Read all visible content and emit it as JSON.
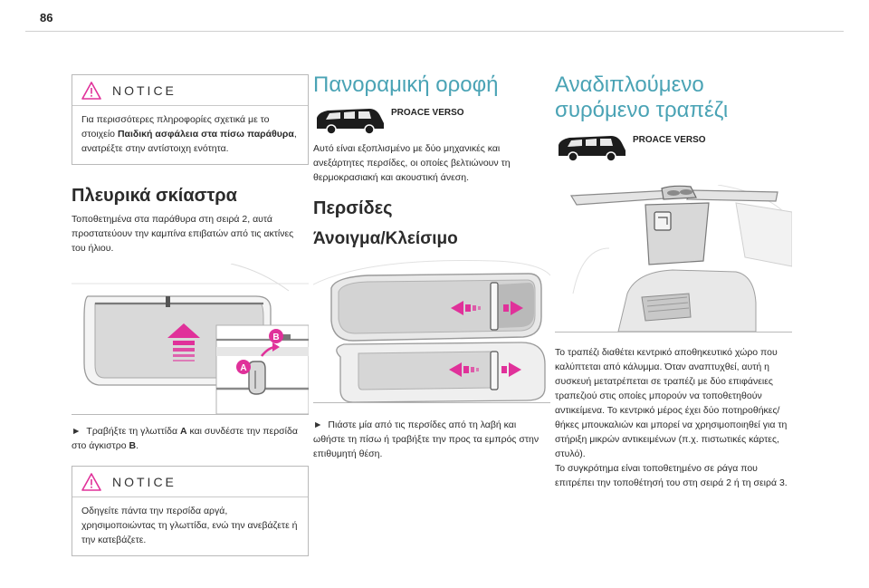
{
  "page": {
    "number": "86"
  },
  "col1": {
    "notice1": {
      "title": "NOTICE",
      "text_before": "Για περισσότερες πληροφορίες σχετικά με το στοιχείο ",
      "text_bold": "Παιδική ασφάλεια στα πίσω παράθυρα",
      "text_after": ", ανατρέξτε στην αντίστοιχη ενότητα."
    },
    "heading": "Πλευρικά σκίαστρα",
    "intro": "Τοποθετημένα στα παράθυρα στη σειρά 2, αυτά προστατεύουν την καμπίνα επιβατών από τις ακτίνες του ήλιου.",
    "figure": {
      "label_a": "A",
      "label_b": "B"
    },
    "step": {
      "bullet": "►",
      "text1": "Τραβήξτε τη γλωττίδα ",
      "a": "A",
      "text2": " και συνδέστε την περσίδα στο άγκιστρο ",
      "b": "B",
      "text3": "."
    },
    "notice2": {
      "title": "NOTICE",
      "text": "Οδηγείτε πάντα την περσίδα αργά, χρησιμοποιώντας τη γλωττίδα, ενώ την ανεβάζετε ή την κατεβάζετε."
    }
  },
  "col2": {
    "title": "Πανοραμική οροφή",
    "model": "PROACE VERSO",
    "intro": "Αυτό είναι εξοπλισμένο με δύο μηχανικές και ανεξάρτητες περσίδες, οι οποίες βελτιώνουν τη θερμοκρασιακή και ακουστική άνεση.",
    "subheading": "Περσίδες",
    "subsubheading": "Άνοιγμα/Κλείσιμο",
    "step": {
      "bullet": "►",
      "text": "Πιάστε μία από τις περσίδες από τη λαβή και ωθήστε τη πίσω ή τραβήξτε την προς τα εμπρός στην επιθυμητή θέση."
    }
  },
  "col3": {
    "title": "Αναδιπλούμενο συρόμενο τραπέζι",
    "model": "PROACE VERSO",
    "lines": [
      "Το τραπέζι διαθέτει κεντρικό αποθηκευτικό χώρο που καλύπτεται από κάλυμμα. Όταν αναπτυχθεί, αυτή η συσκευή μετατρέπεται σε τραπέζι με δύο επιφάνειες τραπεζιού στις οποίες μπορούν να τοποθετηθούν αντικείμενα. Το κεντρικό μέρος έχει δύο ποτηροθήκες/θήκες μπουκαλιών και μπορεί να χρησιμοποιηθεί για τη στήριξη μικρών αντικειμένων (π.χ. πιστωτικές κάρτες, στυλό).",
      "Το συγκρότημα είναι τοποθετημένο σε ράγα που επιτρέπει την τοποθέτησή του στη σειρά 2 ή τη σειρά 3."
    ]
  },
  "colors": {
    "accent": "#4aa3b5",
    "arrow": "#e0319a",
    "warning": "#e0319a"
  }
}
